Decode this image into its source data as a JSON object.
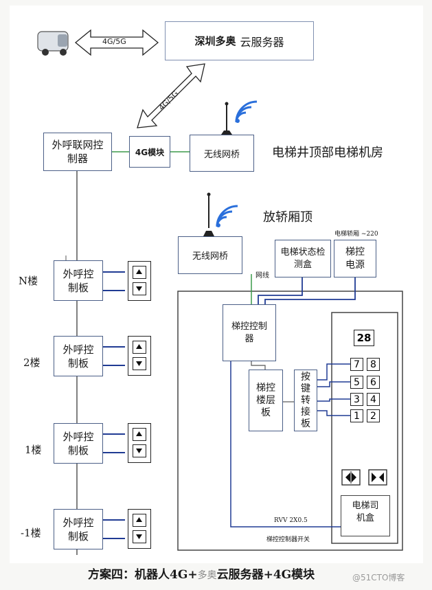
{
  "cloud": {
    "label_a": "深圳多奥",
    "label_b": "云服务器"
  },
  "links": {
    "robot_link": "4G/5G",
    "module_link": "4G/5G",
    "net_wire": "网线"
  },
  "machine_room": {
    "title": "电梯井顶部电梯机房",
    "outcall_network_controller": "外呼联网控制器",
    "module_4g": "4G模块",
    "wireless_bridge": "无线网桥"
  },
  "car_top": {
    "title": "放轿厢顶",
    "wireless_bridge": "无线网桥",
    "status_box": "电梯状态检测盒",
    "power_note": "电梯轿厢 ~220",
    "lift_power": "梯控电源",
    "lift_controller": "梯控控制器",
    "floor_board": "梯控楼层板",
    "key_adapter": "按键转接板",
    "floor_display": "28",
    "keys": [
      "7",
      "8",
      "5",
      "6",
      "3",
      "4",
      "1",
      "2"
    ],
    "driver_box": "电梯司机盒",
    "cable": "RVV 2X0.5",
    "switch_label": "梯控控制器开关"
  },
  "floors": [
    {
      "name": "N楼",
      "board": "外呼控制板"
    },
    {
      "name": "2楼",
      "board": "外呼控制板"
    },
    {
      "name": "1楼",
      "board": "外呼控制板"
    },
    {
      "name": "-1楼",
      "board": "外呼控制板"
    }
  ],
  "caption": {
    "prefix": "方案四：机器人4G+",
    "mid": "多奥",
    "suffix": "云服务器+4G模块"
  },
  "watermark": "@51CTO博客",
  "colors": {
    "box_border": "#4a5e86",
    "wire_blue": "#1f3a93",
    "wire_green": "#3b9a4a",
    "wifi_blue": "#2a6fdb"
  }
}
